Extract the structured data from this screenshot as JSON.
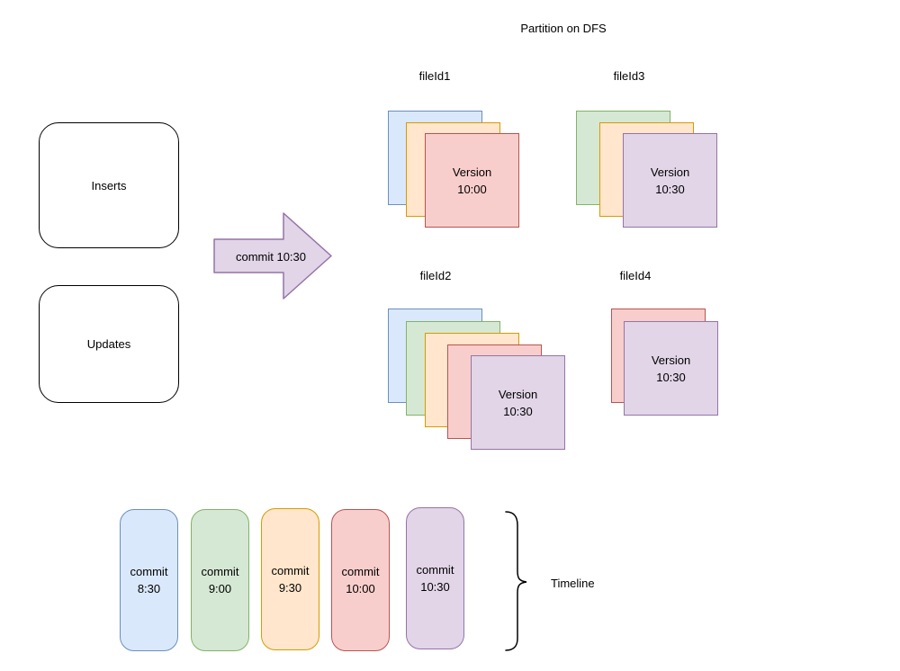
{
  "title": "Partition on DFS",
  "palette": {
    "blue": {
      "fill": "#dae8fc",
      "stroke": "#6c8ebf"
    },
    "green": {
      "fill": "#d5e8d4",
      "stroke": "#82b366"
    },
    "orange": {
      "fill": "#ffe6cc",
      "stroke": "#d79b00"
    },
    "red": {
      "fill": "#f8cecc",
      "stroke": "#b85450"
    },
    "purple": {
      "fill": "#e1d5e7",
      "stroke": "#9673a6"
    }
  },
  "sources": {
    "inserts_label": "Inserts",
    "updates_label": "Updates"
  },
  "arrow": {
    "label": "commit 10:30",
    "color": "purple"
  },
  "file_groups": [
    {
      "label": "fileId1",
      "layers": [
        "blue",
        "orange",
        "red"
      ],
      "version": {
        "line1": "Version",
        "line2": "10:00"
      }
    },
    {
      "label": "fileId3",
      "layers": [
        "green",
        "orange",
        "purple"
      ],
      "version": {
        "line1": "Version",
        "line2": "10:30"
      }
    },
    {
      "label": "fileId2",
      "layers": [
        "blue",
        "green",
        "orange",
        "red",
        "purple"
      ],
      "version": {
        "line1": "Version",
        "line2": "10:30"
      }
    },
    {
      "label": "fileId4",
      "layers": [
        "red",
        "purple"
      ],
      "version": {
        "line1": "Version",
        "line2": "10:30"
      }
    }
  ],
  "timeline": {
    "label": "Timeline",
    "commits": [
      {
        "line1": "commit",
        "line2": "8:30",
        "color": "blue"
      },
      {
        "line1": "commit",
        "line2": "9:00",
        "color": "green"
      },
      {
        "line1": "commit",
        "line2": "9:30",
        "color": "orange"
      },
      {
        "line1": "commit",
        "line2": "10:00",
        "color": "red"
      },
      {
        "line1": "commit",
        "line2": "10:30",
        "color": "purple"
      }
    ]
  }
}
